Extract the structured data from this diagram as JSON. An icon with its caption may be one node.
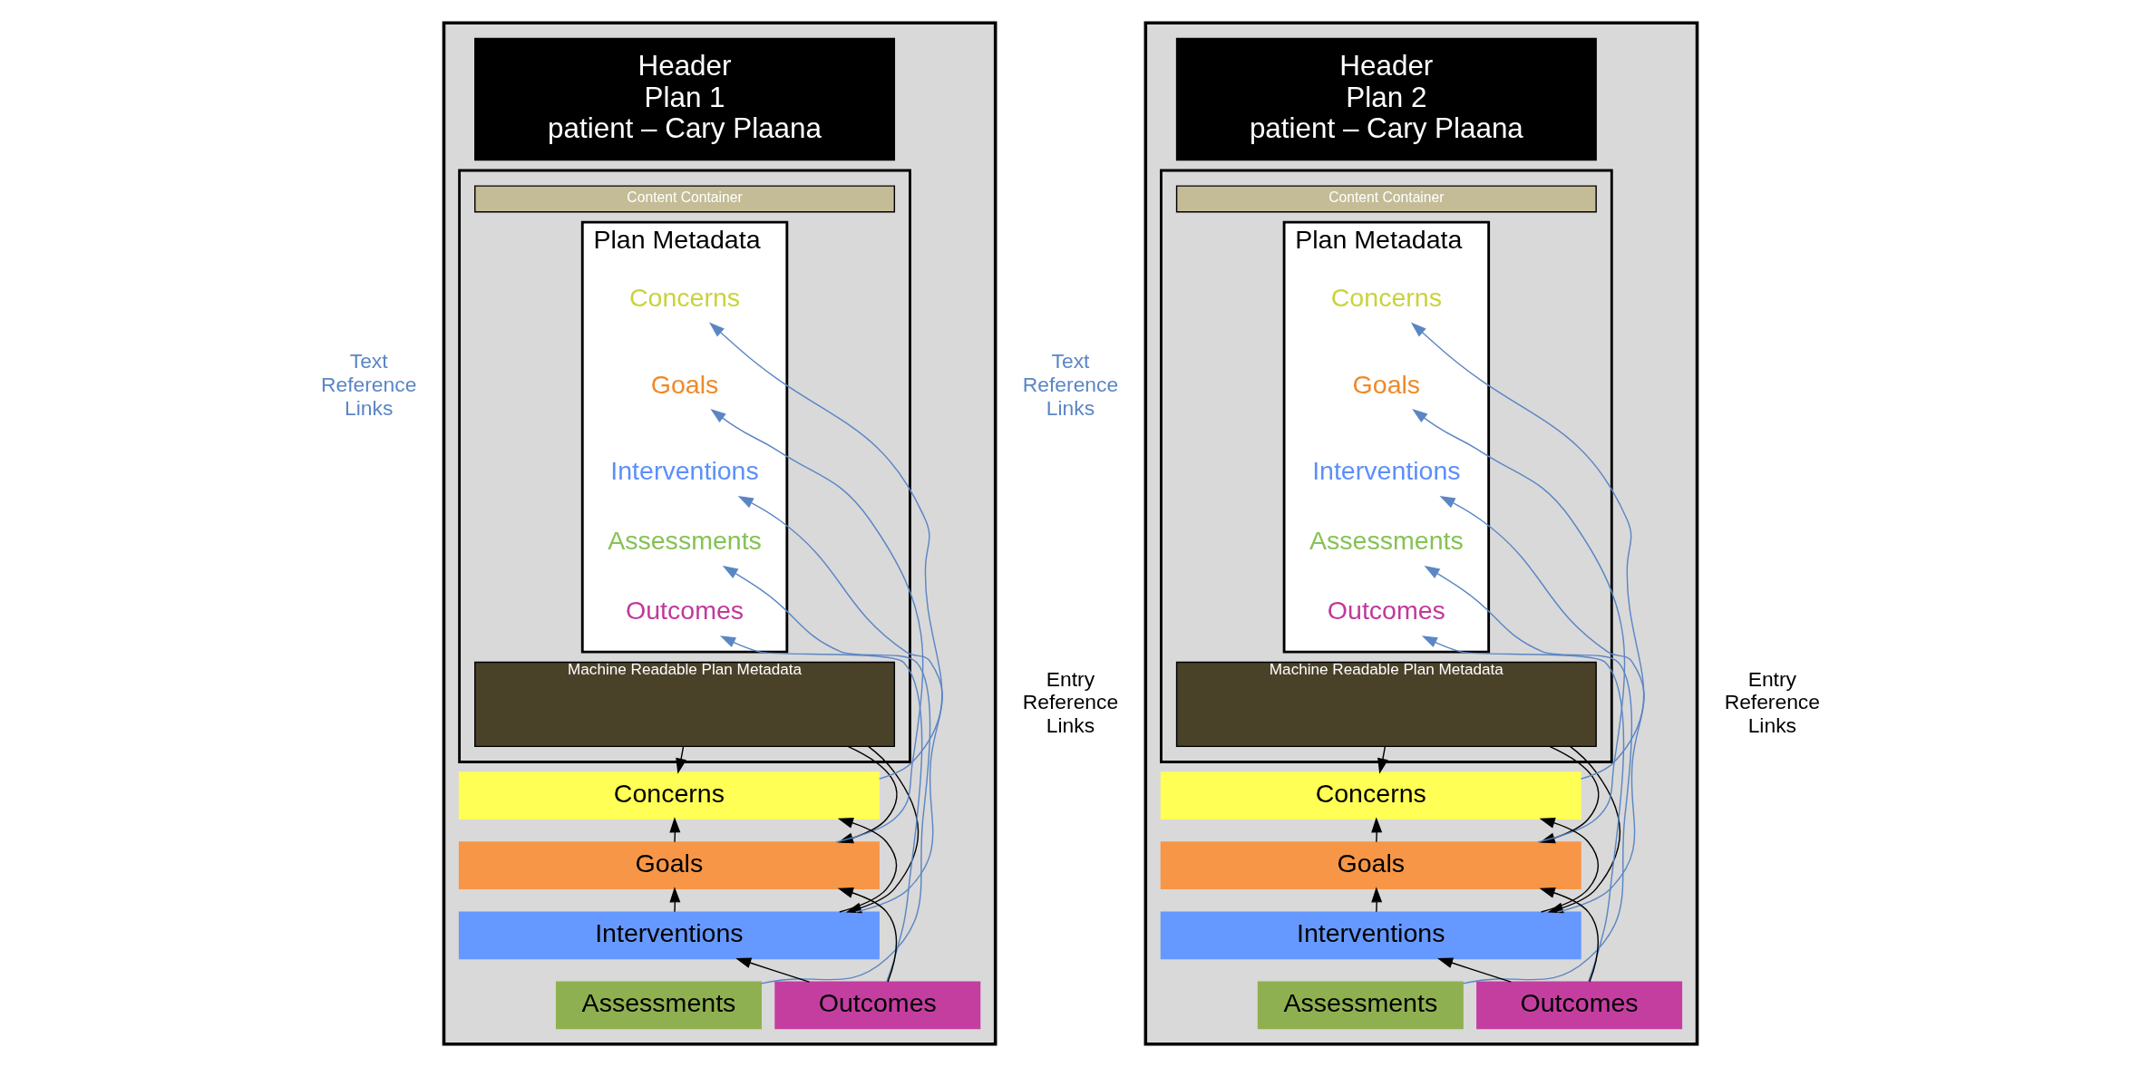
{
  "diagram": {
    "nodes": [
      {
        "text": [],
        "shape": "box"
      },
      {
        "text": [
          "Header",
          "Plan 1",
          "patient – Cary Plaana"
        ],
        "in": 0
      },
      {
        "text": [],
        "shape": "box",
        "in": 0
      },
      {
        "text": [
          "Content Container"
        ],
        "in": 2
      },
      {
        "text": [
          "Plan Metadata"
        ],
        "in": 2
      },
      {
        "text": [
          "Concerns"
        ],
        "in": 4
      },
      {
        "text": [
          "Goals"
        ],
        "in": 4
      },
      {
        "text": [
          "Interventions"
        ],
        "in": 4
      },
      {
        "text": [
          "Assessments"
        ],
        "in": 4
      },
      {
        "text": [
          "Outcomes"
        ],
        "in": 4
      },
      {
        "text": [
          "Machine Readable Plan Metadata"
        ],
        "in": 2
      },
      {
        "text": [
          "Concerns"
        ],
        "in": 0
      },
      {
        "text": [
          "Goals"
        ],
        "in": 0
      },
      {
        "text": [
          "Interventions"
        ],
        "in": 0
      },
      {
        "text": [
          "Assessments"
        ],
        "in": 0
      },
      {
        "text": [
          "Outcomes"
        ],
        "in": 0
      },
      {
        "text": [],
        "shape": "box"
      },
      {
        "text": [
          "Header",
          "Plan 2",
          "patient – Cary Plaana"
        ],
        "in": 16
      },
      {
        "text": [],
        "shape": "box",
        "in": 16
      },
      {
        "text": [
          "Content Container"
        ],
        "in": 18
      },
      {
        "text": [
          "Plan Metadata"
        ],
        "in": 18
      },
      {
        "text": [
          "Concerns"
        ],
        "in": 20
      },
      {
        "text": [
          "Goals"
        ],
        "in": 20
      },
      {
        "text": [
          "Interventions"
        ],
        "in": 20
      },
      {
        "text": [
          "Assessments"
        ],
        "in": 20
      },
      {
        "text": [
          "Outcomes"
        ],
        "in": 20
      },
      {
        "text": [
          "Machine Readable Plan Metadata"
        ],
        "in": 18
      },
      {
        "text": [
          "Concerns"
        ],
        "in": 16
      },
      {
        "text": [
          "Goals"
        ],
        "in": 16
      },
      {
        "text": [
          "Interventions"
        ],
        "in": 16
      },
      {
        "text": [
          "Assessments"
        ],
        "in": 16
      },
      {
        "text": [
          "Outcomes"
        ],
        "in": 16
      }
    ],
    "edges": [
      {
        "from": 11,
        "to": 5,
        "arrow": "to",
        "color": "#5b86c4"
      },
      {
        "from": 12,
        "to": 6,
        "arrow": "to",
        "color": "#5b86c4"
      },
      {
        "from": 13,
        "to": 7,
        "arrow": "to",
        "color": "#5b86c4"
      },
      {
        "from": 14,
        "to": 8,
        "arrow": "to",
        "color": "#5b86c4"
      },
      {
        "from": 15,
        "to": 9,
        "arrow": "to",
        "color": "#5b86c4"
      },
      {
        "from": 10,
        "to": 11,
        "arrow": "to"
      },
      {
        "from": 10,
        "to": 12,
        "arrow": "to"
      },
      {
        "from": 10,
        "to": 13,
        "arrow": "to"
      },
      {
        "from": 13,
        "to": 11,
        "arrow": "to"
      },
      {
        "from": 12,
        "to": 11,
        "arrow": "to"
      },
      {
        "from": 13,
        "to": 12,
        "arrow": "to"
      },
      {
        "from": 15,
        "to": 12,
        "arrow": "to"
      },
      {
        "from": 15,
        "to": 13,
        "arrow": "to"
      },
      {
        "from": 27,
        "to": 21,
        "arrow": "to",
        "color": "#5b86c4"
      },
      {
        "from": 28,
        "to": 22,
        "arrow": "to",
        "color": "#5b86c4"
      },
      {
        "from": 29,
        "to": 23,
        "arrow": "to",
        "color": "#5b86c4"
      },
      {
        "from": 30,
        "to": 24,
        "arrow": "to",
        "color": "#5b86c4"
      },
      {
        "from": 31,
        "to": 25,
        "arrow": "to",
        "color": "#5b86c4"
      },
      {
        "from": 26,
        "to": 27,
        "arrow": "to"
      },
      {
        "from": 26,
        "to": 28,
        "arrow": "to"
      },
      {
        "from": 26,
        "to": 29,
        "arrow": "to"
      },
      {
        "from": 29,
        "to": 27,
        "arrow": "to"
      },
      {
        "from": 28,
        "to": 27,
        "arrow": "to"
      },
      {
        "from": 29,
        "to": 28,
        "arrow": "to"
      },
      {
        "from": 31,
        "to": 28,
        "arrow": "to"
      },
      {
        "from": 31,
        "to": 29,
        "arrow": "to"
      }
    ],
    "labels": [
      "Text Reference Links",
      "Entry Reference Links",
      "Text Reference Links",
      "Entry Reference Links"
    ]
  }
}
